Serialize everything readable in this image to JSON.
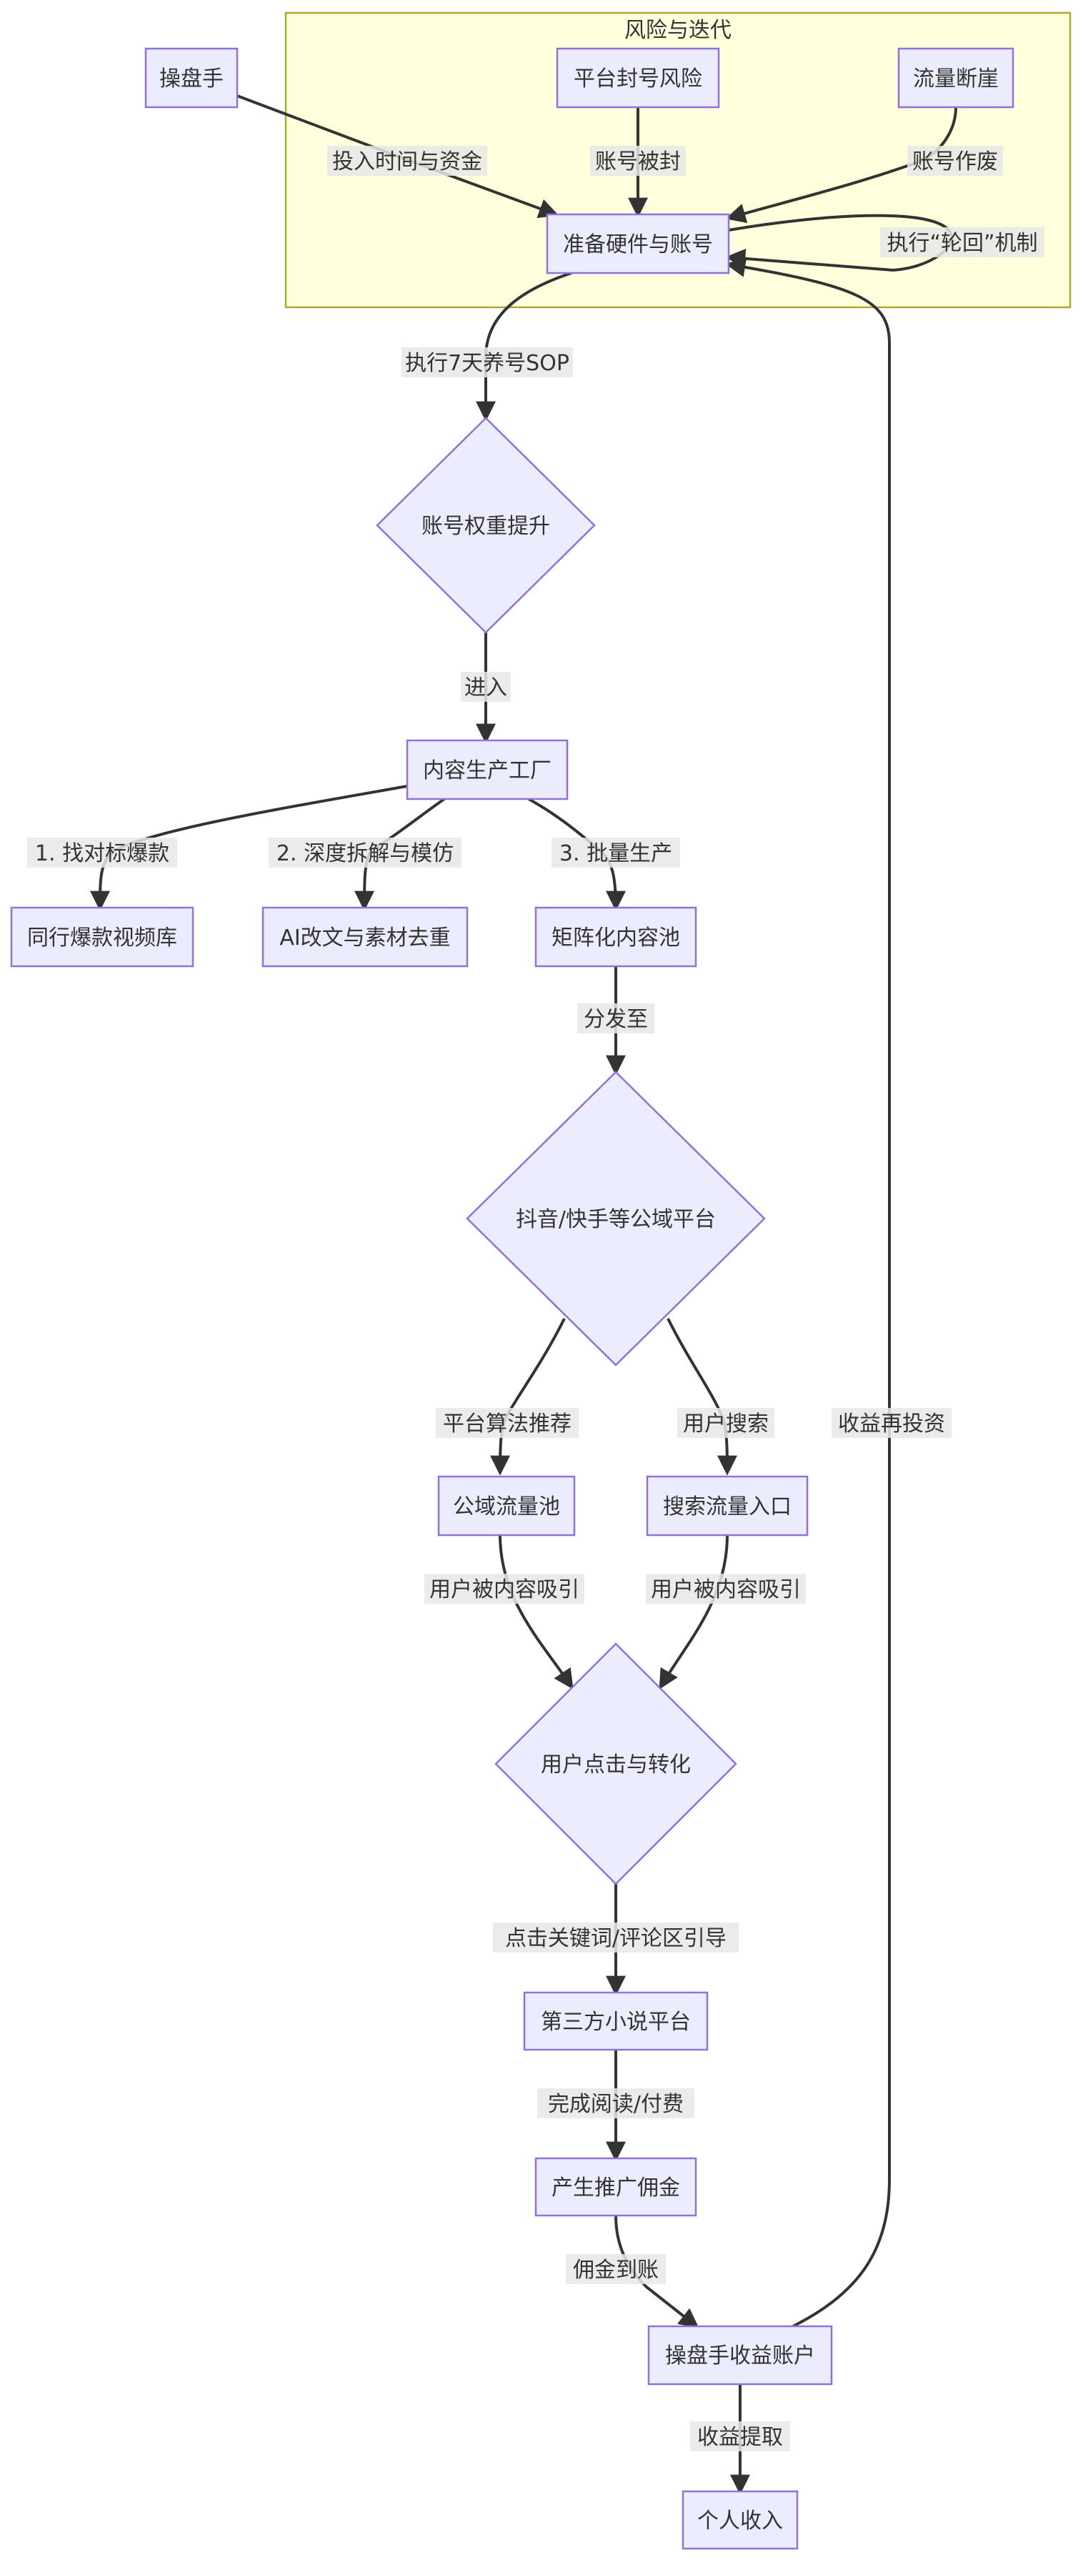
{
  "cluster": {
    "label": "风险与迭代"
  },
  "nodes": {
    "operator": "操盘手",
    "ban_risk": "平台封号风险",
    "traffic_cliff": "流量断崖",
    "prepare": "准备硬件与账号",
    "weight_up": "账号权重提升",
    "factory": "内容生产工厂",
    "hot_library": "同行爆款视频库",
    "ai_rewrite": "AI改文与素材去重",
    "matrix_pool": "矩阵化内容池",
    "platforms": "抖音/快手等公域平台",
    "public_pool": "公域流量池",
    "search_entry": "搜索流量入口",
    "click_convert": "用户点击与转化",
    "novel_platform": "第三方小说平台",
    "commission": "产生推广佣金",
    "revenue_account": "操盘手收益账户",
    "income": "个人收入"
  },
  "edges": {
    "invest": "投入时间与资金",
    "banned": "账号被封",
    "voided": "账号作废",
    "rebirth": "执行“轮回”机制",
    "sop": "执行7天养号SOP",
    "enter": "进入",
    "step1": "1. 找对标爆款",
    "step2": "2. 深度拆解与模仿",
    "step3": "3. 批量生产",
    "distribute": "分发至",
    "algo": "平台算法推荐",
    "search": "用户搜索",
    "attracted1": "用户被内容吸引",
    "attracted2": "用户被内容吸引",
    "click_guide": "点击关键词/评论区引导",
    "read_pay": "完成阅读/付费",
    "credited": "佣金到账",
    "reinvest": "收益再投资",
    "withdraw": "收益提取"
  }
}
